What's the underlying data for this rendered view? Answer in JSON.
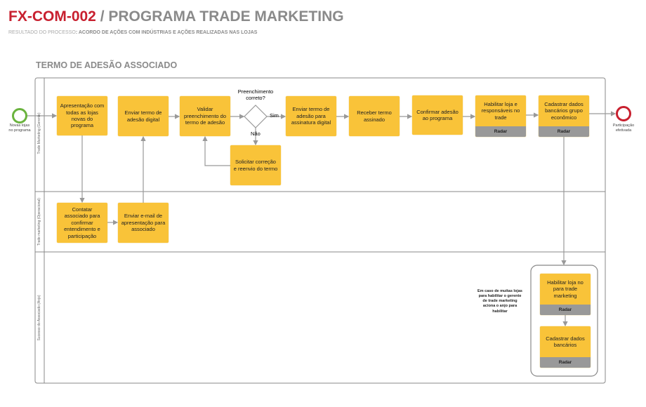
{
  "header": {
    "code": "FX-COM-002",
    "separator": " / ",
    "title": "PROGRAMA TRADE MARKETING",
    "result_label": "RESULTADO DO PROCESSO",
    "result_value": ": ACORDO DE AÇÕES COM INDÚSTRIAS E AÇÕES REALIZADAS NAS LOJAS"
  },
  "section_title": "TERMO DE ADESÃO ASSOCIADO",
  "lanes": [
    "Trade Marketing (Gerente)",
    "Trade marketing (Operacional)",
    "Sucesso do Associado (Anjo)"
  ],
  "start_event": "Novas lojas no programa",
  "end_event": "Participação efetivada",
  "gateway": {
    "question": "Preenchimento correto?",
    "yes": "Sim",
    "no": "Não"
  },
  "tasks": {
    "apresentacao": "Apresentação com todas as lojas novas do programa",
    "enviar_termo": "Enviar termo de adesão digital",
    "validar": "Validar preenchimento do termo de adesão",
    "solicitar": "Solicitar correção e reenvio do termo",
    "enviar_assinatura": "Enviar termo de adesão para assinatura digital",
    "receber": "Receber termo assinado",
    "confirmar": "Confirmar adesão ao programa",
    "habilitar": "Habilitar loja e responsáveis no trade",
    "cadastrar": "Cadastrar dados bancários grupo econômico",
    "contatar": "Contatar associado para confirmar entendimento e participação",
    "enviar_email": "Enviar e-mail de apresentação para associado",
    "habilitar_anjo": "Habilitar loja no para trade marketing",
    "cadastrar_anjo": "Cadastrar dados bancários"
  },
  "system_tag": "Radar",
  "annotation": "Em caso de muitas lojas para habilitar o gerente de trade marketing aciona o anjo para habilitar",
  "colors": {
    "task": "#f9c339",
    "start": "#6ab33e",
    "end": "#c8202f",
    "system": "#999999"
  }
}
